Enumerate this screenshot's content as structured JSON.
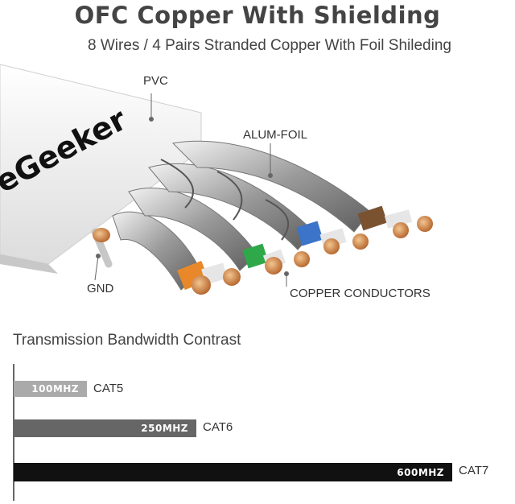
{
  "header": {
    "title": "OFC Copper With Shielding",
    "subtitle": "8 Wires / 4 Pairs Stranded Copper With Foil Shileding"
  },
  "illustration": {
    "brand_text": "eGeeker",
    "labels": {
      "pvc": "PVC",
      "foil": "ALUM-FOIL",
      "gnd": "GND",
      "copper": "COPPER CONDUCTORS"
    },
    "wire_colors": [
      "#e8882a",
      "#2fa84a",
      "#3b74c8",
      "#7a5230"
    ]
  },
  "bandwidth": {
    "title": "Transmission Bandwidth Contrast",
    "bars": [
      {
        "label": "100MHZ",
        "name": "CAT5",
        "mhz": 100,
        "color": "#aaaaaa"
      },
      {
        "label": "250MHZ",
        "name": "CAT6",
        "mhz": 250,
        "color": "#666666"
      },
      {
        "label": "600MHZ",
        "name": "CAT7",
        "mhz": 600,
        "color": "#111111"
      }
    ]
  }
}
